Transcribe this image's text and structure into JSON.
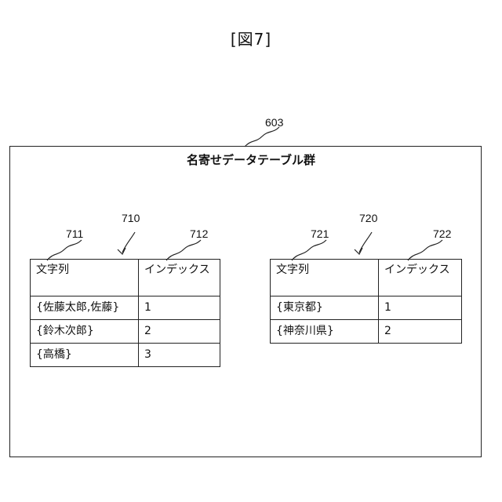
{
  "figure_title": "[図7]",
  "outer_box": {
    "ref": "603",
    "title": "名寄せデータテーブル群"
  },
  "tables": [
    {
      "ref": "710",
      "col1_ref": "711",
      "col2_ref": "712",
      "headers": [
        "文字列",
        "インデックス"
      ],
      "rows": [
        [
          "{佐藤太郎,佐藤}",
          "1"
        ],
        [
          "{鈴木次郎}",
          "2"
        ],
        [
          "{高橋}",
          "3"
        ]
      ]
    },
    {
      "ref": "720",
      "col1_ref": "721",
      "col2_ref": "722",
      "headers": [
        "文字列",
        "インデックス"
      ],
      "rows": [
        [
          "{東京都}",
          "1"
        ],
        [
          "{神奈川県}",
          "2"
        ]
      ]
    }
  ]
}
